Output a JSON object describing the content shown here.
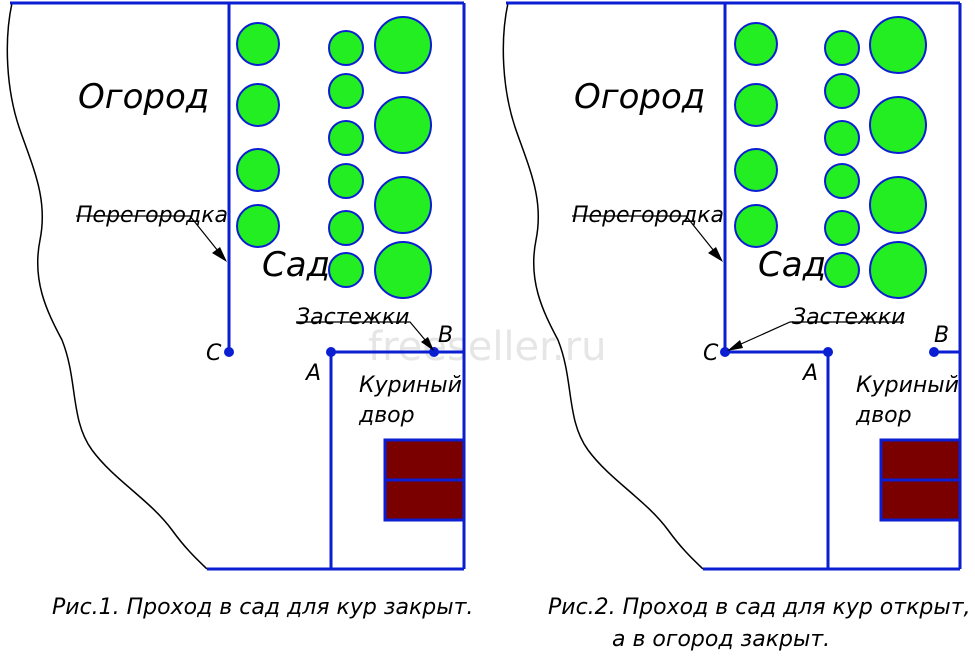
{
  "watermark": "freeseller.ru",
  "colors": {
    "wall": "#0a1ed2",
    "tree_fill": "#22ee22",
    "coop_fill": "#7a0000",
    "background": "#ffffff"
  },
  "figure1": {
    "label_garden_veg": "Огород",
    "label_partition": "Перегородка",
    "label_garden_fruit": "Сад",
    "label_latches": "Застежки",
    "label_yard_line1": "Куриный",
    "label_yard_line2": "двор",
    "point_a": "A",
    "point_b": "B",
    "point_c": "C",
    "caption_line1": "Рис.1. Проход в сад для кур закрыт."
  },
  "figure2": {
    "label_garden_veg": "Огород",
    "label_partition": "Перегородка",
    "label_garden_fruit": "Сад",
    "label_latches": "Застежки",
    "label_yard_line1": "Куриный",
    "label_yard_line2": "двор",
    "point_a": "A",
    "point_b": "B",
    "point_c": "C",
    "caption_line1": "Рис.2. Проход в сад для кур открыт,",
    "caption_line2": "а в огород закрыт."
  }
}
